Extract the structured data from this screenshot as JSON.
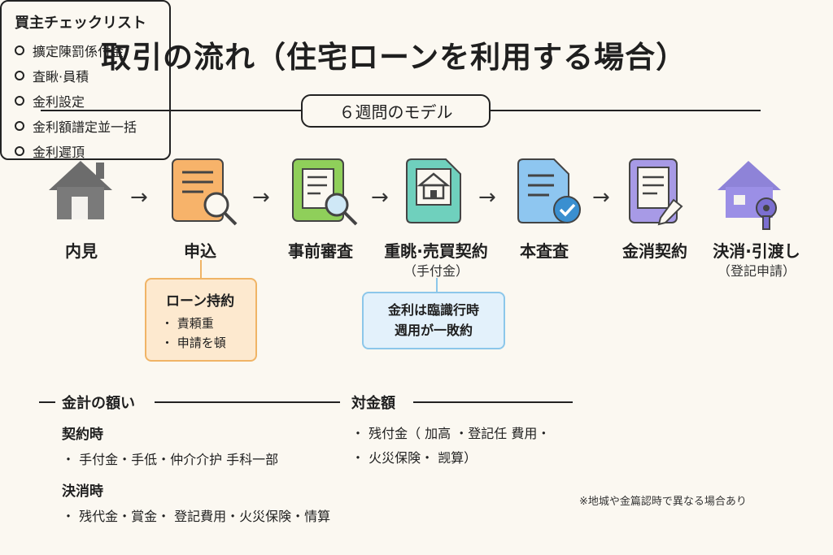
{
  "title": "取引の流れ（住宅ローンを利用する場合）",
  "subtitle": "６週問のモデル",
  "steps": [
    {
      "label": "内見",
      "sub": ""
    },
    {
      "label": "申込",
      "sub": ""
    },
    {
      "label": "事前審査",
      "sub": ""
    },
    {
      "label": "重眺·売買契約",
      "sub": "（手付金）"
    },
    {
      "label": "本査査",
      "sub": ""
    },
    {
      "label": "金消契約",
      "sub": ""
    },
    {
      "label": "決消·引渡し",
      "sub": "（登記申請）"
    }
  ],
  "loan_box": {
    "heading": "ローン持約",
    "items": [
      "・ 責頼重",
      "・ 申請を頓"
    ]
  },
  "rate_box": {
    "line1": "金利は臨識行時",
    "line2": "週用が一敗約"
  },
  "checklist": {
    "heading": "買主チェックリスト",
    "items": [
      "擴定陳罰係付金",
      "査瞅·員積",
      "金利設定",
      "金利額譜定並一括",
      "金利遲頂"
    ]
  },
  "costs": {
    "heading": "金計の額い",
    "contract_label": "契約時",
    "contract_text": "・ 手付金・手低・仲介介护 手科一部",
    "settle_label": "決消時",
    "settle_text": "・ 残代金・賞金・ 登記費用・火災保険・情算"
  },
  "amount": {
    "heading": "対金額",
    "line1": "・ 残付金（ 加高 ・登記任 費用・",
    "line2": "・ 火災保険・ 觊算）"
  },
  "note": "※地城や金篇認時で異なる場合あり",
  "colors": {
    "house": "#7a7a7a",
    "apply": "#f7b36a",
    "screen": "#8fcf5a",
    "contract": "#6fd0bd",
    "review": "#8ec6f0",
    "loan": "#a79ae6",
    "settle": "#9b8fe6"
  }
}
